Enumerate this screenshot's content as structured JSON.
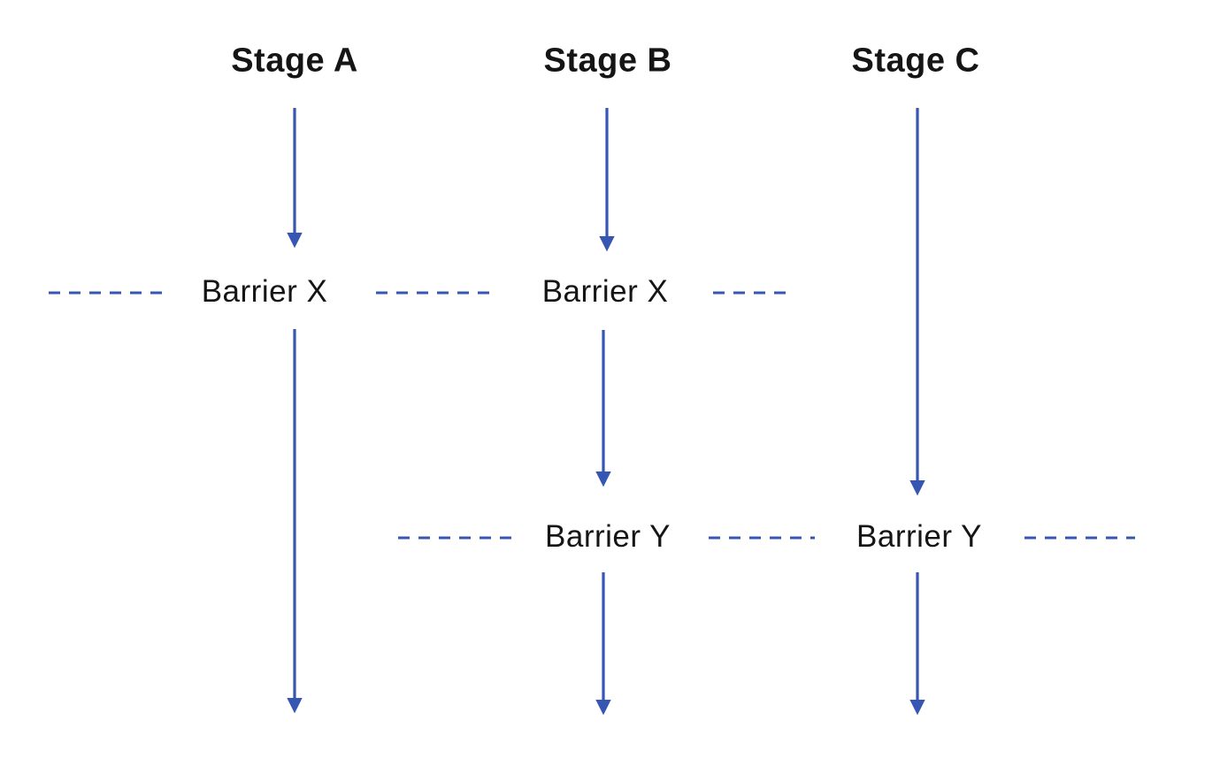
{
  "diagram": {
    "stages": [
      {
        "label": "Stage A"
      },
      {
        "label": "Stage B"
      },
      {
        "label": "Stage C"
      }
    ],
    "barriers": {
      "x": [
        "Barrier X",
        "Barrier X"
      ],
      "y": [
        "Barrier Y",
        "Barrier Y"
      ]
    },
    "colors": {
      "line": "#3656b4",
      "text": "#151515",
      "background": "#ffffff"
    }
  }
}
